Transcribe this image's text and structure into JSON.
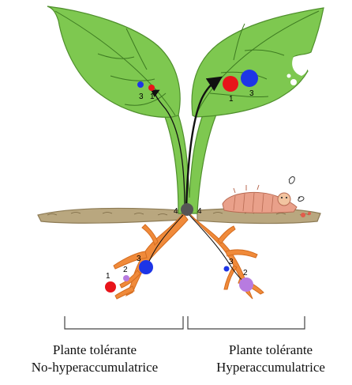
{
  "markers": {
    "left_leaf_small_blue": "3",
    "left_leaf_small_red": "1",
    "right_leaf_red": "1",
    "right_leaf_blue": "3",
    "stem_left": "4",
    "stem_right": "4",
    "left_root_red": "1",
    "left_root_violet": "2",
    "left_root_blue": "3",
    "right_root_blue": "3",
    "right_root_violet": "2"
  },
  "captions": {
    "left_line1": "Plante tolérante",
    "left_line2": "No-hyperaccumulatrice",
    "right_line1": "Plante tolérante",
    "right_line2": "Hyperaccumulatrice"
  },
  "colors": {
    "leaf": "#7ec850",
    "leaf_vein": "#3d7a21",
    "root": "#f08a3a",
    "soil": "#b9a77f",
    "metal_red": "#e8141a",
    "metal_blue": "#1d35e6",
    "metal_violet": "#b77be0",
    "stem_node": "#555555"
  }
}
